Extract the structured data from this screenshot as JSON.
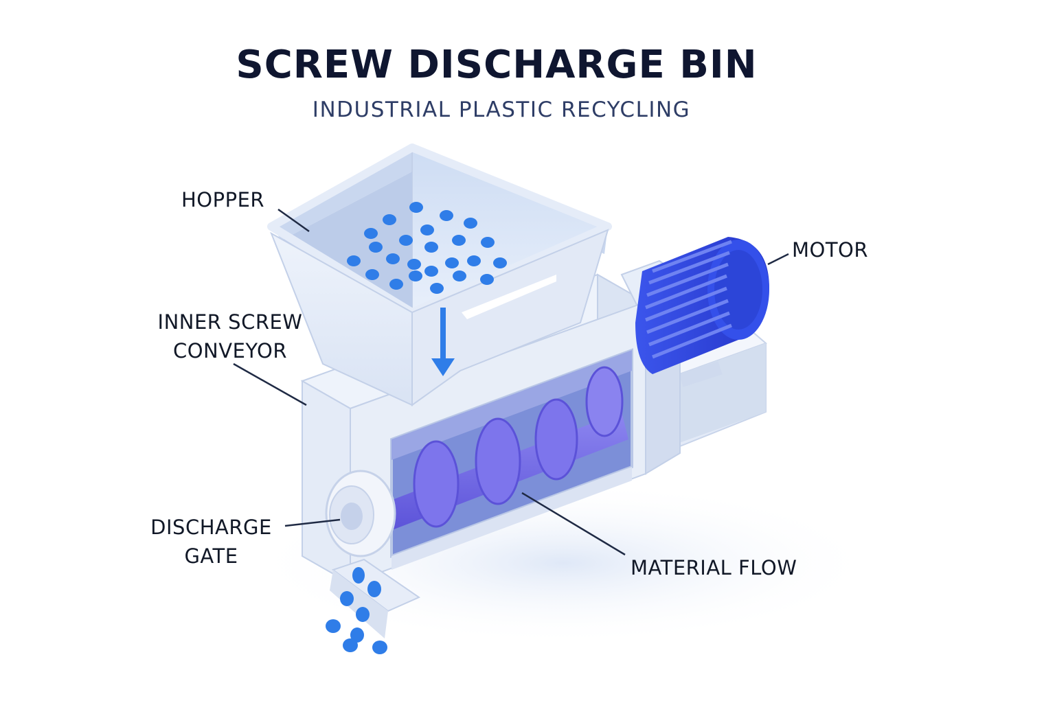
{
  "header": {
    "title": "SCREW DISCHARGE BIN",
    "subtitle": "INDUSTRIAL PLASTIC RECYCLING"
  },
  "labels": {
    "hopper": "HOPPER",
    "motor": "MOTOR",
    "inner_screw_line1": "INNER SCREW",
    "inner_screw_line2": "CONVEYOR",
    "discharge_gate_line1": "DISCHARGE",
    "discharge_gate_line2": "GATE",
    "material_flow": "MATERIAL FLOW"
  },
  "colors": {
    "pellet_blue": "#2f7de8",
    "motor_blue": "#2f46e0",
    "screw_purple": "#6f66e6",
    "housing_light": "#e8eef8",
    "housing_mid": "#cfdaf0",
    "text_dark": "#0f1630",
    "subtitle_blue": "#2e3d66"
  },
  "icons": {
    "flow_arrow": "arrow-down-icon"
  }
}
